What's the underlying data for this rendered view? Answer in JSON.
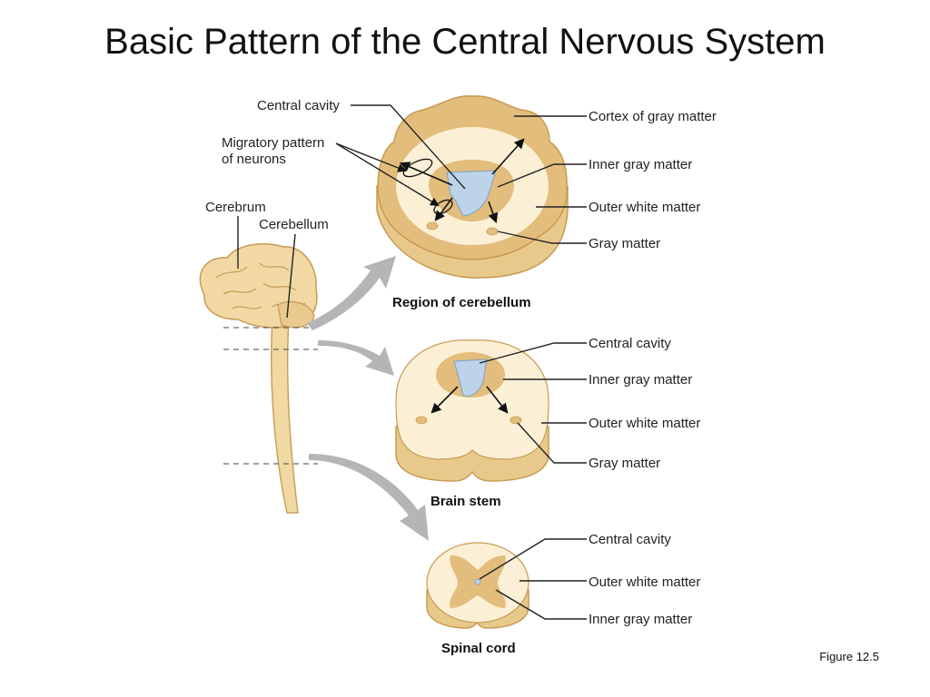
{
  "title": "Basic Pattern of the Central Nervous System",
  "caption": "Figure 12.5",
  "colors": {
    "white_matter": "#fbf0d6",
    "gray_matter": "#e2bd7c",
    "gray_matter_dark": "#c89a52",
    "side_wall": "#e8c98c",
    "cavity": "#bcd3ea",
    "big_arrow": "#b5b5b5"
  },
  "brain_labels": {
    "cerebrum": "Cerebrum",
    "cerebellum": "Cerebellum"
  },
  "cerebellum_section": {
    "caption": "Region of cerebellum",
    "left_labels": {
      "central_cavity": "Central cavity",
      "migratory_line1": "Migratory pattern",
      "migratory_line2": "of neurons"
    },
    "right_labels": {
      "cortex": "Cortex of gray matter",
      "inner_gray": "Inner gray matter",
      "outer_white": "Outer white matter",
      "gray": "Gray matter"
    }
  },
  "brainstem_section": {
    "caption": "Brain stem",
    "right_labels": {
      "central_cavity": "Central cavity",
      "inner_gray": "Inner gray matter",
      "outer_white": "Outer white matter",
      "gray": "Gray matter"
    }
  },
  "spinal_section": {
    "caption": "Spinal cord",
    "right_labels": {
      "central_cavity": "Central  cavity",
      "outer_white": "Outer white matter",
      "inner_gray": "Inner gray matter"
    }
  }
}
